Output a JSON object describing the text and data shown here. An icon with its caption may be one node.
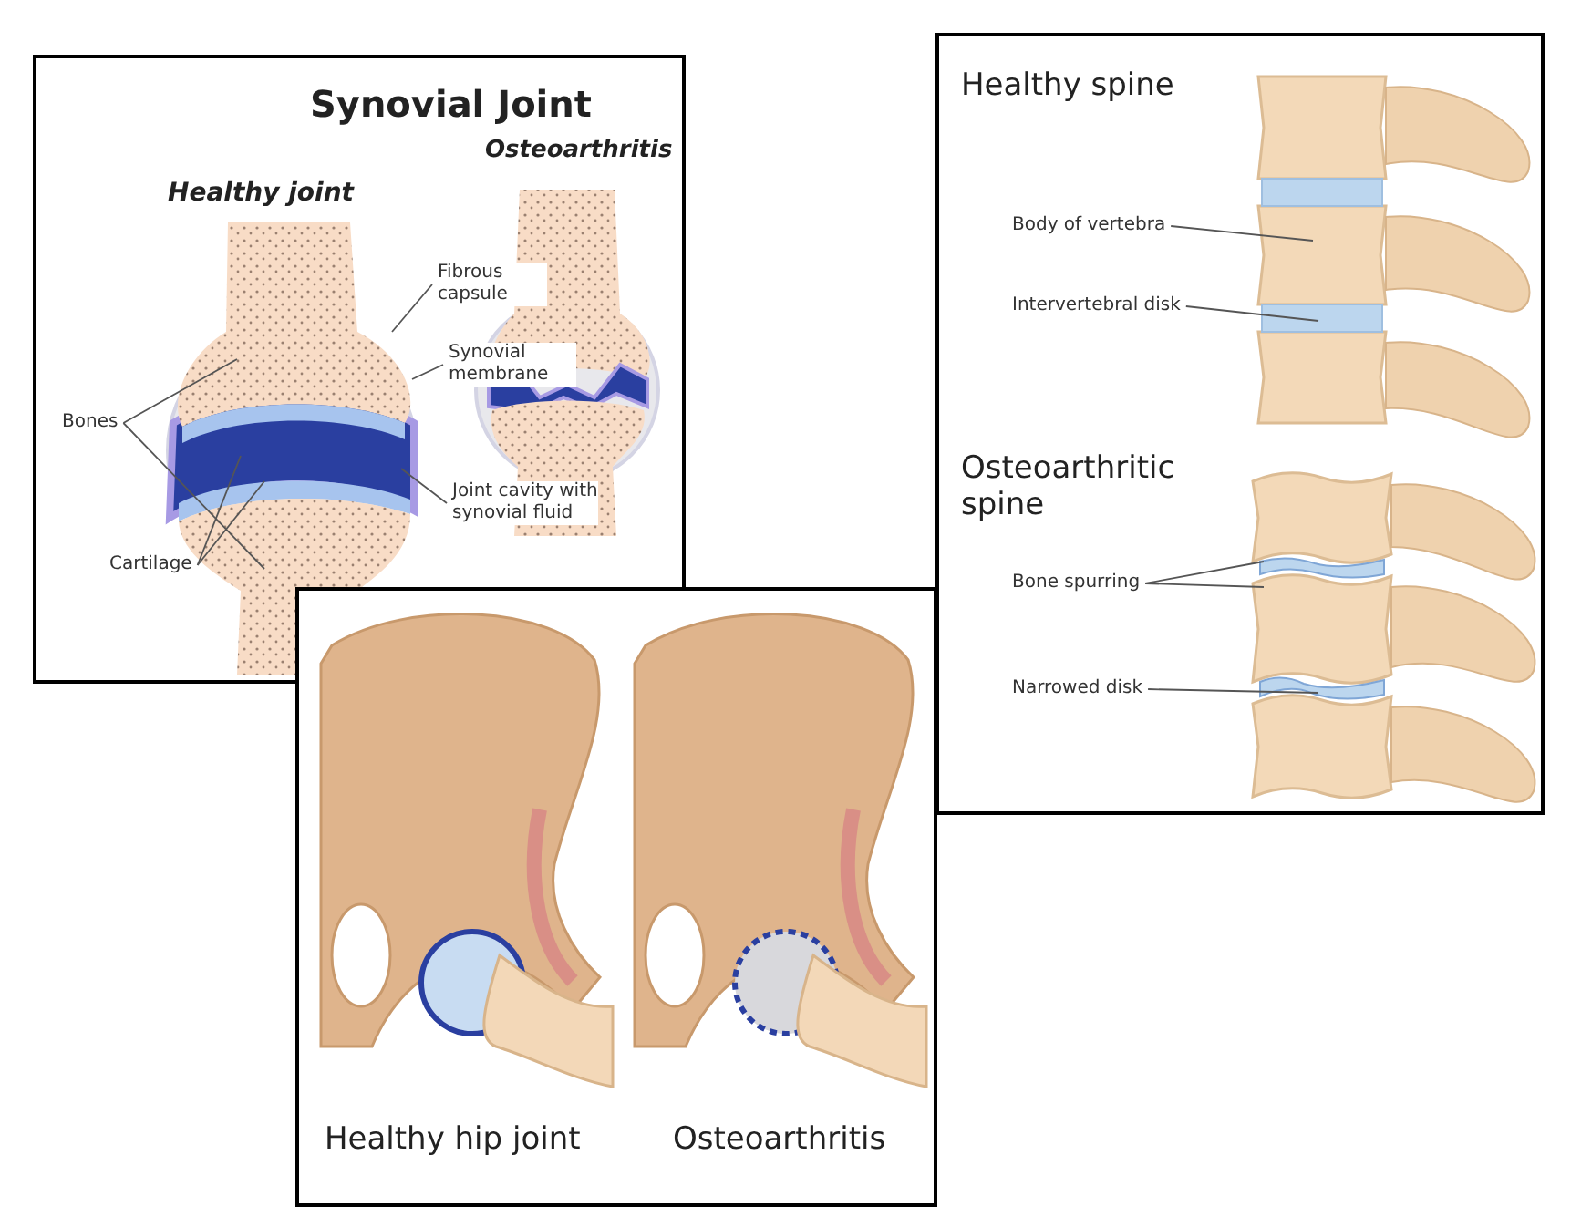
{
  "diagram": {
    "nodes": [
      {
        "text": [
          "Synovial Joint",
          "Healthy joint",
          "Osteoarthritis"
        ]
      },
      {
        "text": [
          "Healthy spine",
          "Osteoarthritic spine"
        ]
      },
      {
        "text": [
          "Healthy hip joint",
          "Osteoarthritis"
        ]
      },
      {
        "text": [
          "Fibrous capsule"
        ],
        "in": 0
      },
      {
        "text": [
          "Synovial membrane"
        ],
        "in": 0
      },
      {
        "text": [
          "Bones"
        ],
        "in": 0
      },
      {
        "text": [
          "Joint cavity with synovial fluid"
        ],
        "in": 0
      },
      {
        "text": [
          "Cartilage"
        ],
        "in": 0
      },
      {
        "text": [
          "Body of vertebra"
        ],
        "in": 1
      },
      {
        "text": [
          "Intervertebral disk"
        ],
        "in": 1
      },
      {
        "text": [
          "Bone spurring"
        ],
        "in": 1
      },
      {
        "text": [
          "Narrowed disk"
        ],
        "in": 1
      }
    ],
    "edges": [
      {
        "from": 3,
        "to": null,
        "arrow": "none"
      },
      {
        "from": 4,
        "to": null,
        "arrow": "none"
      },
      {
        "from": 5,
        "to": null,
        "arrow": "none"
      },
      {
        "from": 5,
        "to": null,
        "arrow": "none"
      },
      {
        "from": 6,
        "to": null,
        "arrow": "none"
      },
      {
        "from": 7,
        "to": null,
        "arrow": "none"
      },
      {
        "from": 7,
        "to": null,
        "arrow": "none"
      },
      {
        "from": 8,
        "to": null,
        "arrow": "none"
      },
      {
        "from": 9,
        "to": null,
        "arrow": "none"
      },
      {
        "from": 10,
        "to": null,
        "arrow": "none"
      },
      {
        "from": 10,
        "to": null,
        "arrow": "none"
      },
      {
        "from": 11,
        "to": null,
        "arrow": "none"
      }
    ]
  }
}
